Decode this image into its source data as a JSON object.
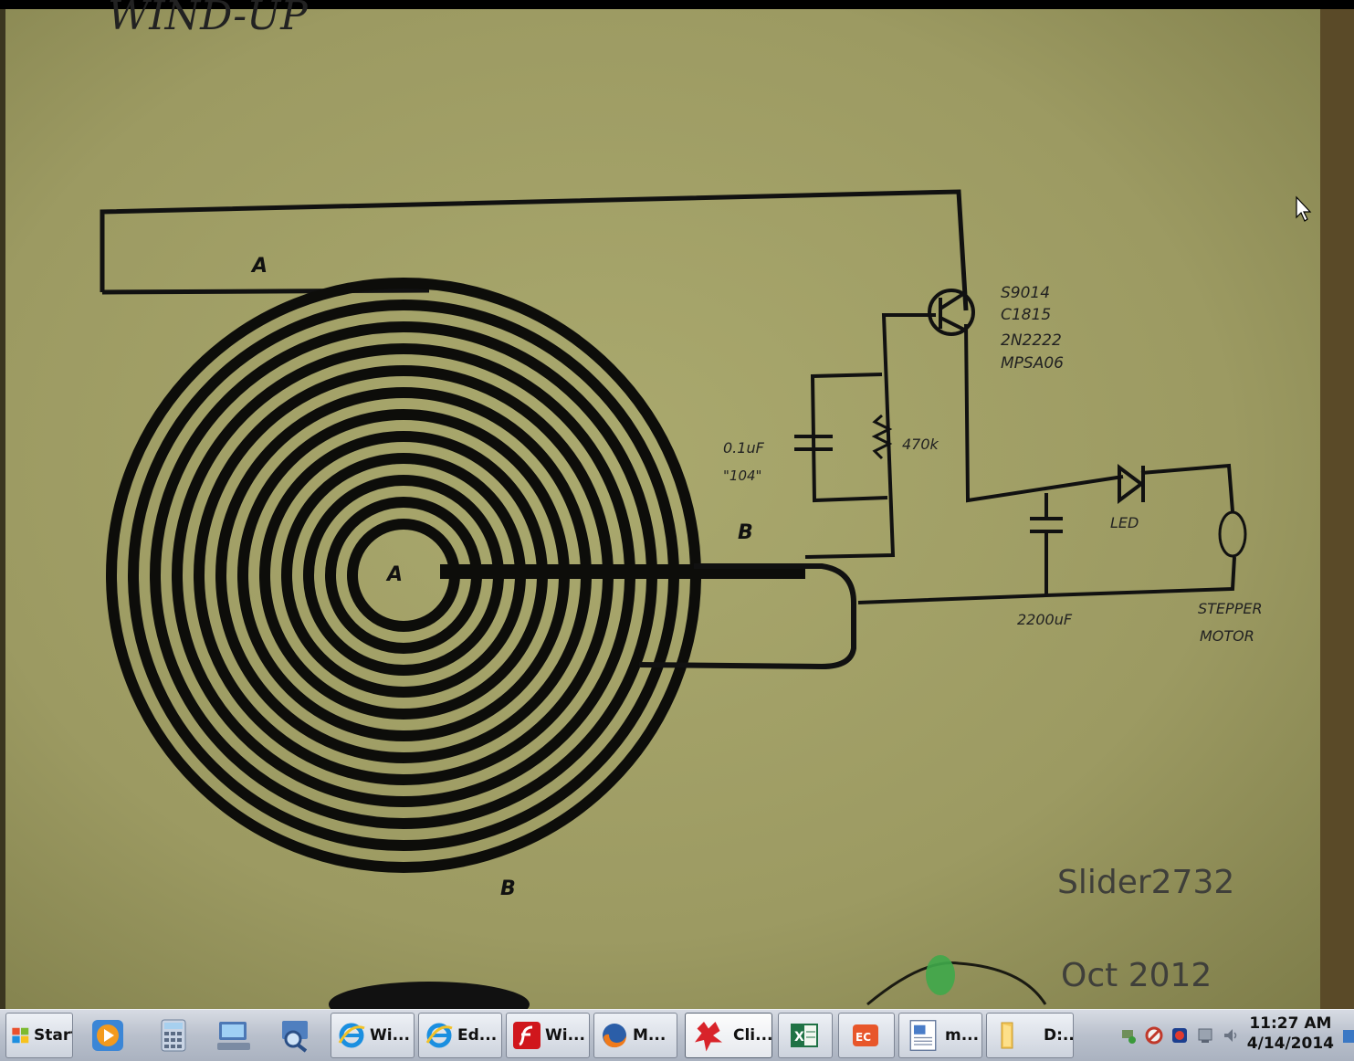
{
  "video": {
    "title_fragment": "WIND-UP",
    "labels": {
      "wire_a_top": "A",
      "center_a": "A",
      "wire_b_right": "B",
      "wire_b_bottom": "B",
      "transistor": [
        "S9014",
        "C1815",
        "2N2222",
        "MPSA06"
      ],
      "capacitor": "0.1uF",
      "capacitor_code": "\"104\"",
      "resistor": "470k",
      "led": "LED",
      "big_cap": "2200uF",
      "motor": [
        "STEPPER",
        "MOTOR"
      ]
    },
    "watermark_user": "Slider2732",
    "watermark_date": "Oct 2012"
  },
  "taskbar": {
    "start_label": "Start",
    "items": [
      {
        "label": "Wi...",
        "icon": "internet-explorer-icon"
      },
      {
        "label": "Ed...",
        "icon": "internet-explorer-icon"
      },
      {
        "label": "Wi...",
        "icon": "flash-icon"
      },
      {
        "label": "M...",
        "icon": "firefox-icon"
      },
      {
        "label": "Cli...",
        "icon": "clipart-icon"
      },
      {
        "label": "",
        "icon": "excel-icon"
      },
      {
        "label": "",
        "icon": "eco-icon"
      },
      {
        "label": "m...",
        "icon": "document-icon"
      },
      {
        "label": "D:...",
        "icon": "folder-icon"
      }
    ],
    "time": "11:27 AM",
    "date": "4/14/2014"
  }
}
